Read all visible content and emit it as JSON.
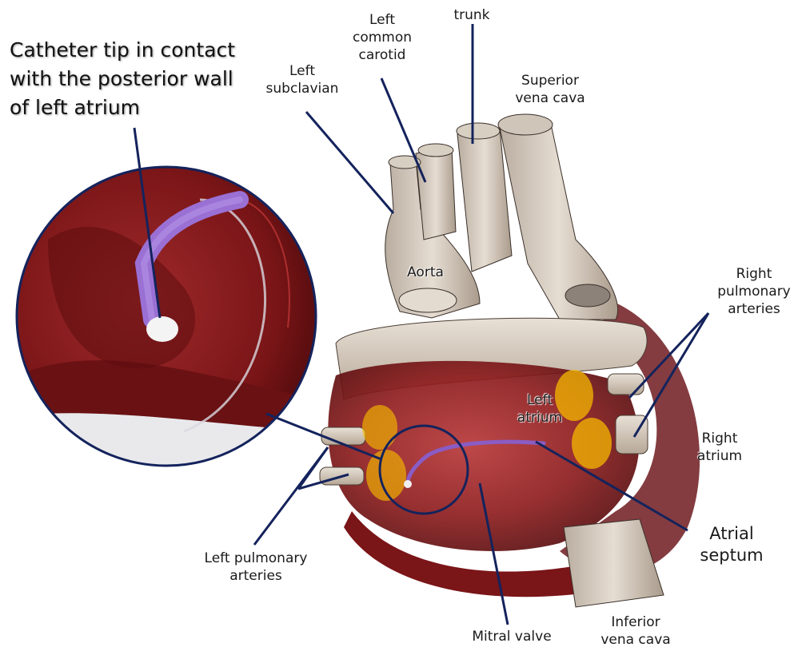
{
  "title": {
    "line1": "Catheter tip in contact",
    "line2": "with the posterior wall",
    "line3": "of left atrium"
  },
  "labels": {
    "trunk": "trunk",
    "left_common_carotid": "Left\ncommon\ncarotid",
    "left_subclavian": "Left\nsubclavian",
    "superior_vena_cava": "Superior\nvena cava",
    "aorta": "Aorta",
    "right_pulmonary_arteries": "Right\npulmonary\narteries",
    "left_atrium": "Left\natrium",
    "right_atrium": "Right\natrium",
    "atrial_septum": "Atrial\nseptum",
    "left_pulmonary_arteries": "Left pulmonary\narteries",
    "mitral_valve": "Mitral valve",
    "inferior_vena_cava": "Inferior\nvena cava"
  },
  "colors": {
    "leader_line": "#14235c",
    "vessel": "#d9cfc2",
    "tissue": "#8e1d1e",
    "catheter": "#8a5cc4",
    "highlight": "#f5b800"
  }
}
